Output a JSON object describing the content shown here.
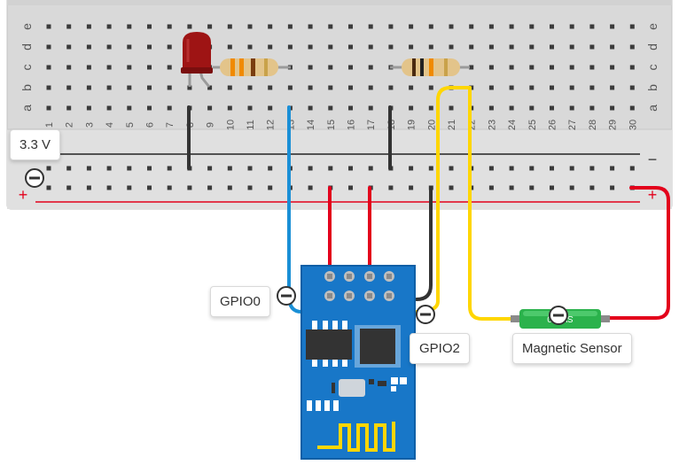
{
  "breadboard": {
    "rows_top": [
      "e",
      "d",
      "c",
      "b",
      "a"
    ],
    "columns": [
      "1",
      "2",
      "3",
      "4",
      "5",
      "6",
      "7",
      "8",
      "9",
      "10",
      "11",
      "12",
      "13",
      "14",
      "15",
      "16",
      "17",
      "18",
      "19",
      "20",
      "21",
      "22",
      "23",
      "24",
      "25",
      "26",
      "27",
      "28",
      "29",
      "30"
    ],
    "rail_minus": "−",
    "rail_plus": "+",
    "board_color": "#dcdcdc",
    "hole_color": "#3a3a3a"
  },
  "labels": {
    "voltage": "3.3 V",
    "gpio0": "GPIO0",
    "gpio2": "GPIO2",
    "sensor": "Magnetic Sensor"
  },
  "component_marks": {
    "sensor_text": "SW.00"
  },
  "colors": {
    "wire_blue": "#1a8fd6",
    "wire_red": "#e3001b",
    "wire_black": "#333333",
    "wire_yellow": "#ffd600",
    "esp_blue": "#1877c8",
    "sensor_green": "#2bb24c",
    "led_red": "#9e1414"
  },
  "icons": [
    "minus-circle-icon"
  ]
}
